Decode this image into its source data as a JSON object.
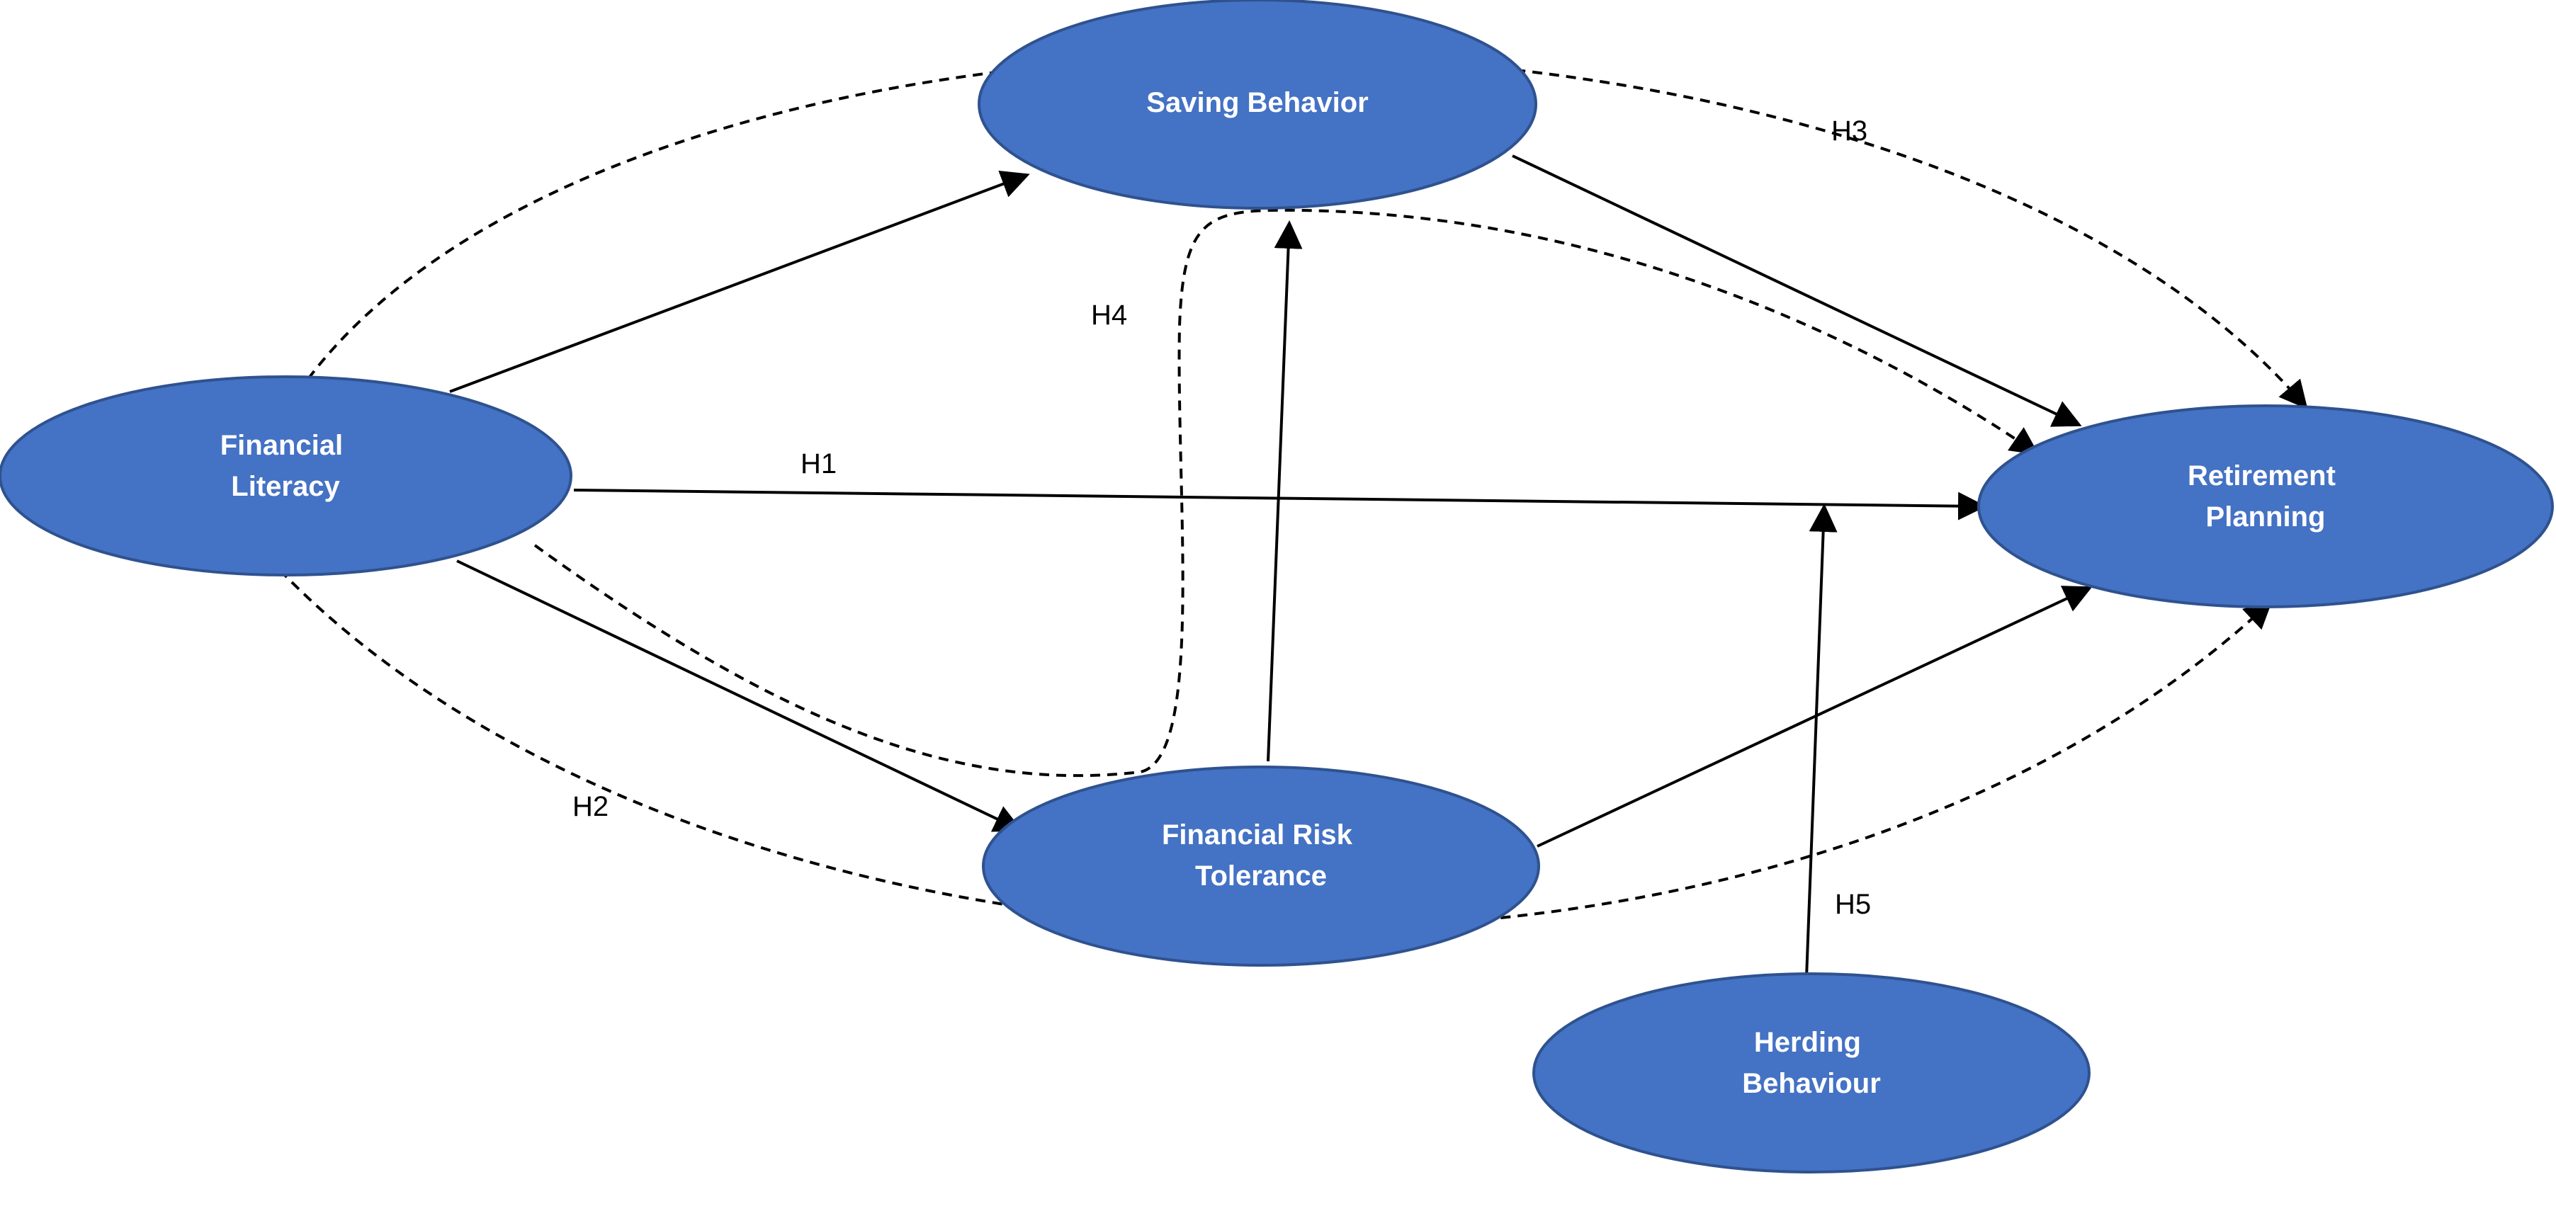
{
  "diagram": {
    "colors": {
      "node_fill": "#4472c4",
      "node_text": "#ffffff",
      "edge": "#000000"
    },
    "nodes": {
      "saving_behavior": {
        "lines": [
          "Saving Behavior"
        ]
      },
      "financial_literacy": {
        "lines": [
          "Financial",
          "Literacy"
        ]
      },
      "retirement_planning": {
        "lines": [
          "Retirement",
          "Planning"
        ]
      },
      "financial_risk_tolerance": {
        "lines": [
          "Financial Risk",
          "Tolerance"
        ]
      },
      "herding_behaviour": {
        "lines": [
          "Herding",
          "Behaviour"
        ]
      }
    },
    "hypotheses": {
      "h1": "H1",
      "h2": "H2",
      "h3": "H3",
      "h4": "H4",
      "h5": "H5"
    },
    "edges": [
      {
        "from": "Financial Literacy",
        "to": "Saving Behavior",
        "style": "solid"
      },
      {
        "from": "Financial Literacy",
        "to": "Retirement Planning",
        "style": "solid",
        "label": "H1"
      },
      {
        "from": "Financial Literacy",
        "to": "Financial Risk Tolerance",
        "style": "solid"
      },
      {
        "from": "Saving Behavior",
        "to": "Retirement Planning",
        "style": "solid"
      },
      {
        "from": "Financial Risk Tolerance",
        "to": "Saving Behavior",
        "style": "solid"
      },
      {
        "from": "Financial Risk Tolerance",
        "to": "Retirement Planning",
        "style": "solid"
      },
      {
        "from": "Herding Behaviour",
        "to": "Financial Literacy → Retirement Planning path",
        "style": "solid",
        "label": "H5"
      },
      {
        "from": "Financial Literacy",
        "to": "Retirement Planning",
        "via": "Saving Behavior",
        "style": "dashed",
        "label": "H3"
      },
      {
        "from": "Financial Literacy",
        "to": "Retirement Planning",
        "via": "Financial Risk Tolerance",
        "style": "dashed",
        "label": "H2"
      },
      {
        "from": "Financial Literacy",
        "to": "Retirement Planning",
        "via": "Financial Risk Tolerance and Saving Behavior",
        "style": "dashed",
        "label": "H4"
      }
    ]
  }
}
